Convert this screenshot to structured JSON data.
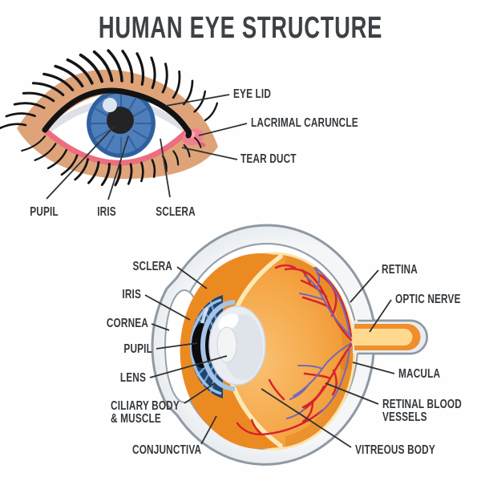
{
  "title": "HUMAN EYE STRUCTURE",
  "external_eye": {
    "labels": {
      "eye_lid": "EYE LID",
      "lacrimal_caruncle": "LACRIMAL CARUNCLE",
      "tear_duct": "TEAR DUCT",
      "pupil": "PUPIL",
      "iris": "IRIS",
      "sclera": "SCLERA"
    }
  },
  "cross_section": {
    "labels": {
      "sclera": "SCLERA",
      "iris": "IRIS",
      "cornea": "CORNEA",
      "pupil": "PUPIL",
      "lens": "LENS",
      "ciliary_body": [
        "CILIARY BODY",
        "& MUSCLE"
      ],
      "conjunctiva": "CONJUNCTIVA",
      "retina": "RETINA",
      "optic_nerve": "OPTIC NERVE",
      "macula": "MACULA",
      "retinal_blood_vessels": [
        "RETINAL BLOOD",
        "VESSELS"
      ],
      "vitreous_body": "VITREOUS BODY"
    }
  },
  "colors": {
    "title_text": "#3d4146",
    "label_text": "#34383c",
    "leader_line": "#2f3133",
    "skin_tan": "#dfa379",
    "eyelash_black": "#141414",
    "sclera_white": "#ffffff",
    "iris_blue": "#4f7fba",
    "iris_ring_blue": "#2f5f9e",
    "pupil_dark": "#232327",
    "lower_lid_pink": "#ec6d7f",
    "caruncle_pink": "#f0808f",
    "outer_coat_gray": "#e9ecef",
    "coat_outline_gray": "#8f99a3",
    "sclera_cream": "#fde9b4",
    "retina_orange": "#ec8a22",
    "vitreous_orange": "#f6a94c",
    "optic_nerve_yellow": "#ffd990",
    "artery_red": "#d6242e",
    "vein_purple": "#7568b8",
    "cross_iris_navy": "#1f4470",
    "lens_white": "#eaedf2"
  }
}
